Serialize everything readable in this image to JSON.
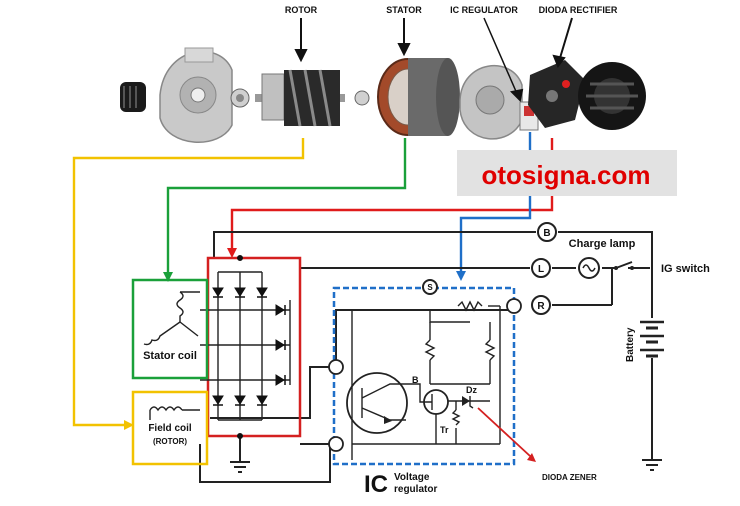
{
  "components": {
    "rotor": "ROTOR",
    "stator": "STATOR",
    "ic_regulator": "IC REGULATOR",
    "dioda_rectifier": "DIODA RECTIFIER"
  },
  "watermark": "otosigna.com",
  "terminals": {
    "b": "B",
    "l": "L",
    "r": "R",
    "s": "S"
  },
  "labels": {
    "charge_lamp": "Charge lamp",
    "ig_switch": "IG switch",
    "battery": "Battery",
    "stator_coil": "Stator coil",
    "field_coil": "Field coil",
    "field_coil_sub": "(ROTOR)",
    "ic": "IC",
    "voltage": "Voltage",
    "regulator": "regulator",
    "dioda_zener": "DIODA ZENER",
    "transistor_tr": "Tr",
    "transistor_b": "B",
    "zener_dz": "Dz"
  },
  "colors": {
    "rotor_wire": "#f2c200",
    "stator_wire": "#1aa03a",
    "rectifier_wire": "#e01b1b",
    "ic_wire": "#1f6fc8",
    "watermark_text": "#e00000"
  }
}
